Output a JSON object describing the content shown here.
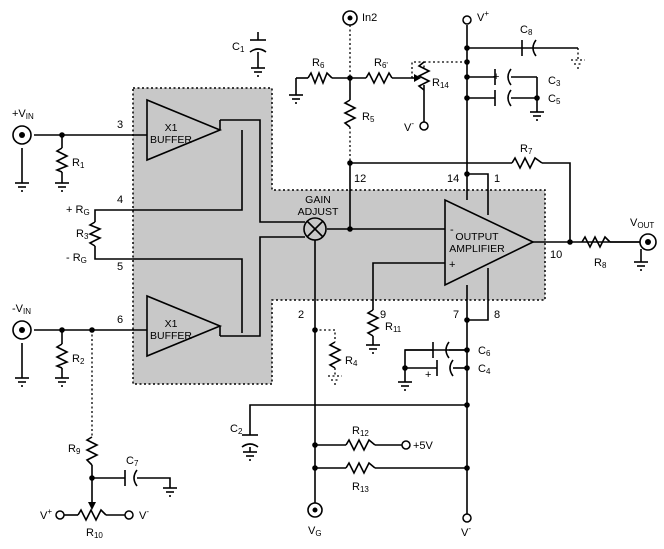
{
  "labels": {
    "vin_pos": "+V",
    "vin_pos_sub": "IN",
    "vin_neg": "-V",
    "vin_neg_sub": "IN",
    "in2": "In2",
    "vplus_top": "V",
    "vplus_top_sup": "+",
    "vminus_bottom": "V",
    "vminus_bottom_sup": "-",
    "vout": "V",
    "vout_sub": "OUT",
    "vg": "V",
    "vg_sub": "G",
    "plus5v": "+5V",
    "r14_vminus": "V",
    "r14_vminus_sup": "-",
    "r10_vplus": "V",
    "r10_vplus_sup": "+",
    "r10_vminus": "V",
    "r10_vminus_sup": "-",
    "rg_plus": "+ R",
    "rg_plus_sub": "G",
    "rg_minus": "- R",
    "rg_minus_sub": "G",
    "gain_adjust_line1": "GAIN",
    "gain_adjust_line2": "ADJUST",
    "buffer1_line1": "X1",
    "buffer1_line2": "BUFFER",
    "buffer2_line1": "X1",
    "buffer2_line2": "BUFFER",
    "outamp_line1": "OUTPUT",
    "outamp_line2": "AMPLIFIER",
    "outamp_minus": "-",
    "outamp_plus": "+"
  },
  "pins": [
    "3",
    "4",
    "5",
    "6",
    "12",
    "14",
    "1",
    "2",
    "9",
    "7",
    "8",
    "10"
  ],
  "components": {
    "R1": [
      "R",
      "1"
    ],
    "R2": [
      "R",
      "2"
    ],
    "R3": [
      "R",
      "3"
    ],
    "R4": [
      "R",
      "4"
    ],
    "R5": [
      "R",
      "5"
    ],
    "R6": [
      "R",
      "6"
    ],
    "R6p": [
      "R",
      "6'"
    ],
    "R7": [
      "R",
      "7"
    ],
    "R8": [
      "R",
      "8"
    ],
    "R9": [
      "R",
      "9"
    ],
    "R10": [
      "R",
      "10"
    ],
    "R11": [
      "R",
      "11"
    ],
    "R12": [
      "R",
      "12"
    ],
    "R13": [
      "R",
      "13"
    ],
    "R14": [
      "R",
      "14"
    ],
    "C1": [
      "C",
      "1"
    ],
    "C2": [
      "C",
      "2"
    ],
    "C3": [
      "C",
      "3"
    ],
    "C4": [
      "C",
      "4"
    ],
    "C5": [
      "C",
      "5"
    ],
    "C6": [
      "C",
      "6"
    ],
    "C7": [
      "C",
      "7"
    ],
    "C8": [
      "C",
      "8"
    ]
  },
  "polarity": {
    "c3_plus": "+",
    "c4_plus": "+"
  }
}
